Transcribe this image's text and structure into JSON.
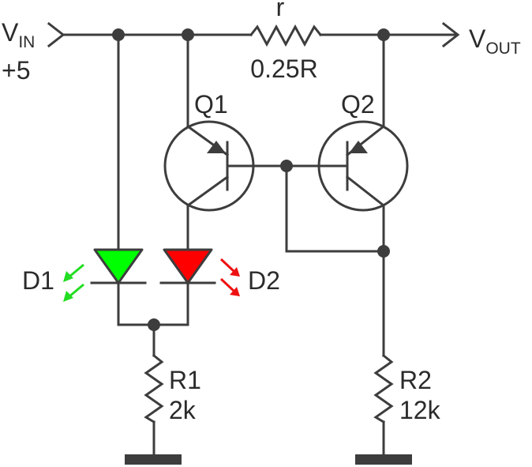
{
  "labels": {
    "vin_main": "V",
    "vin_sub": "IN",
    "vin_value": "+5",
    "vout_main": "V",
    "vout_sub": "OUT",
    "r_name": "r",
    "r_value": "0.25R",
    "q1": "Q1",
    "q2": "Q2",
    "d1": "D1",
    "d2": "D2",
    "r1_name": "R1",
    "r1_value": "2k",
    "r2_name": "R2",
    "r2_value": "12k"
  },
  "colors": {
    "wire": "#3d3d3d",
    "d1_fill": "#00ff00",
    "d1_arrows": "#22dd22",
    "d2_fill": "#ff0000",
    "d2_arrows": "#ee1111"
  }
}
